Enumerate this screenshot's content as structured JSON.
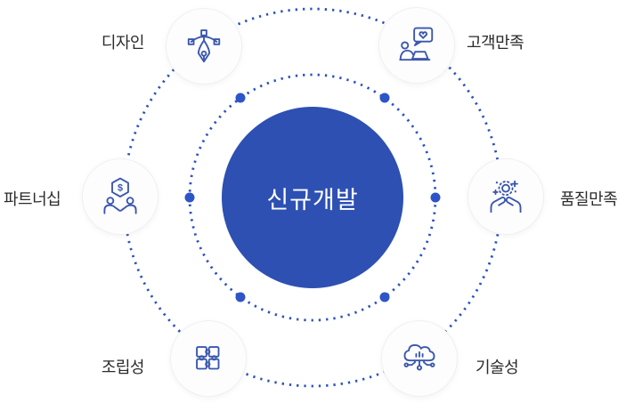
{
  "diagram": {
    "center": {
      "label": "신규개발",
      "bg_color": "#2d50b2",
      "text_color": "#ffffff"
    },
    "colors": {
      "orbit_dotted": "#2b51c1",
      "orbit_solid_dots": "#2d55c8",
      "icon_stroke": "#3a57ae",
      "node_fill": "#fdfdfd",
      "label_text": "#2b2b2b",
      "background": "#ffffff"
    },
    "nodes": [
      {
        "id": "design",
        "label": "디자인",
        "icon": "pen-tool-icon",
        "position": "top-left"
      },
      {
        "id": "customer-satisfaction",
        "label": "고객만족",
        "icon": "customer-heart-chat-icon",
        "position": "top-right"
      },
      {
        "id": "partnership",
        "label": "파트너십",
        "icon": "handshake-dollar-icon",
        "position": "left"
      },
      {
        "id": "quality-satisfaction",
        "label": "품질만족",
        "icon": "hands-holding-sparkle-icon",
        "position": "right"
      },
      {
        "id": "assembly",
        "label": "조립성",
        "icon": "puzzle-icon",
        "position": "bottom-left"
      },
      {
        "id": "technology",
        "label": "기술성",
        "icon": "cloud-network-icon",
        "position": "bottom-right"
      }
    ]
  }
}
